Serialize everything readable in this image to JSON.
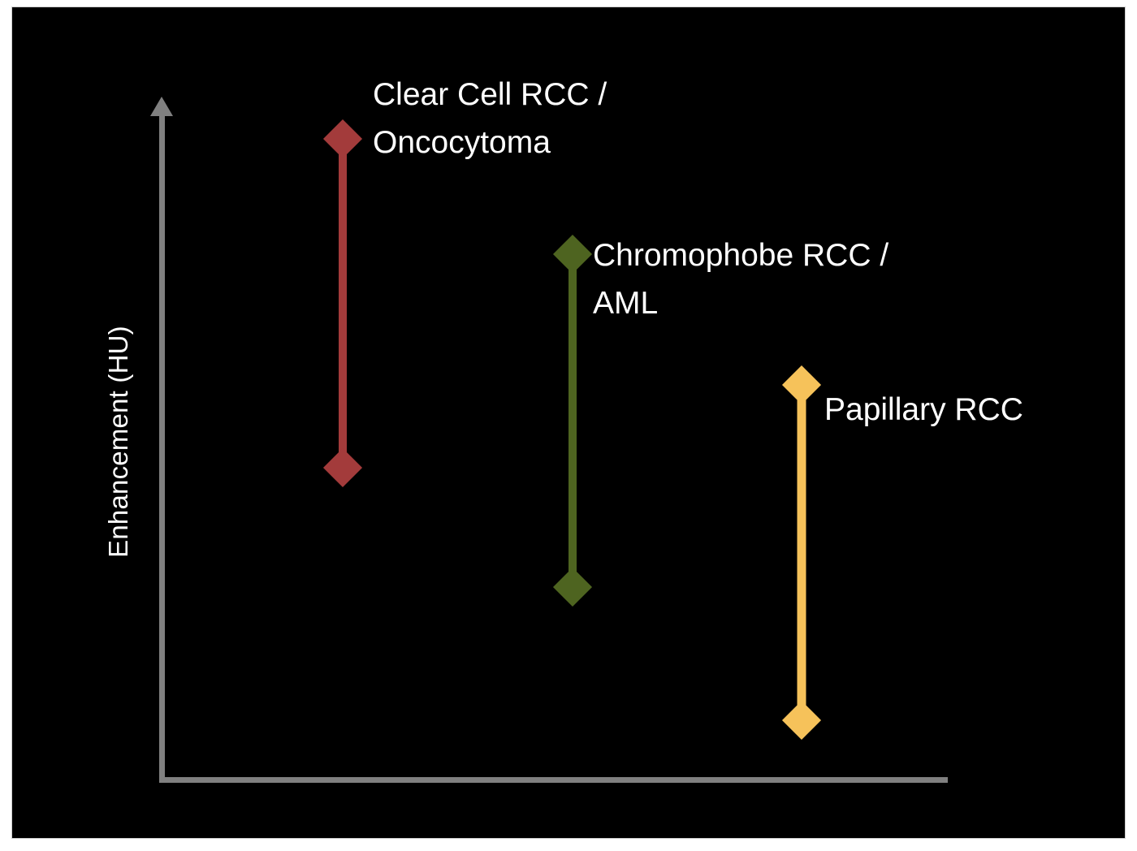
{
  "chart_data": {
    "type": "bar",
    "title": "",
    "subtitle": "",
    "xlabel": "",
    "ylabel": "Enhancement (HU)",
    "orientation": "vertical",
    "grid": false,
    "legend_position": "inline-annotations",
    "axis_style": {
      "y_axis_arrow": true,
      "x_axis_arrow": false,
      "axis_color": "#808080",
      "tick_labels": [],
      "x_tick_labels": [],
      "y_tick_labels": []
    },
    "note": "Qualitative range plot: each vertical bar spans the typical enhancement (HU) range of a renal mass type. Axis is unlabelled/unscaled; values below are relative positions read off the plot (0 = x-axis baseline, 100 = top of y-axis).",
    "categories": [
      "Clear Cell RCC / Oncocytoma",
      "Chromophobe RCC / AML",
      "Papillary RCC"
    ],
    "series": [
      {
        "name": "Clear Cell RCC / Oncocytoma",
        "color": "#A33B3B",
        "relative_high": 97,
        "relative_low": 47,
        "x_position_pct": 27
      },
      {
        "name": "Chromophobe RCC / AML",
        "color": "#4E6420",
        "relative_high": 80,
        "relative_low": 29,
        "x_position_pct": 62
      },
      {
        "name": "Papillary RCC",
        "color": "#F6C25A",
        "relative_high": 60,
        "relative_low": 9,
        "x_position_pct": 96
      }
    ]
  },
  "panel": {
    "background_color": "#000000",
    "border_color": "#CFCFCF"
  },
  "axes": {
    "y_title": "Enhancement (HU)",
    "color": "#808080"
  },
  "bars": [
    {
      "id": "clear-cell-rcc-oncocytoma",
      "label": "Clear Cell RCC /\nOncocytoma",
      "color": "#A33B3B",
      "marker": "diamond"
    },
    {
      "id": "chromophobe-rcc-aml",
      "label": "Chromophobe RCC /\nAML",
      "color": "#4E6420",
      "marker": "diamond"
    },
    {
      "id": "papillary-rcc",
      "label": "Papillary RCC",
      "color": "#F6C25A",
      "marker": "diamond"
    }
  ]
}
